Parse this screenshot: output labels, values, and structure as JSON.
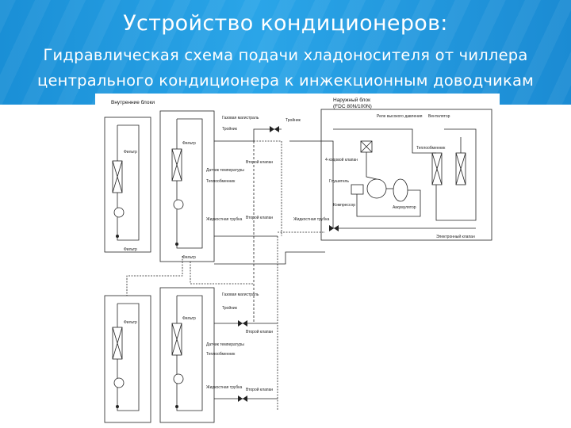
{
  "slide": {
    "title": "Устройство кондиционеров:",
    "subtitle_line1": "Гидравлическая схема подачи хладоносителя от чиллера",
    "subtitle_line2": "центрального кондиционера к инжекционным доводчикам"
  },
  "diagram": {
    "indoor_block_label": "Внутренние блоки",
    "outdoor_block_label": "Наружный блок",
    "outdoor_model": "(FDC 80N/100N)",
    "labels": {
      "filter": "Фильтр",
      "fan": "Вентилятор",
      "heat_exchanger": "Теплообменник",
      "compressor": "Компрессор",
      "accumulator": "Аккумулятор",
      "four_way_valve": "4-ходовой клапан",
      "muffler": "Глушитель",
      "gas_pipe": "Газовая магистраль",
      "liquid_pipe": "Жидкостная трубка",
      "second_valve": "Второй клапан",
      "tee": "Тройник",
      "temp_sensor": "Датчик температуры",
      "high_pressure_switch": "Реле высокого давления",
      "expansion_valve": "Электронный клапан"
    }
  }
}
